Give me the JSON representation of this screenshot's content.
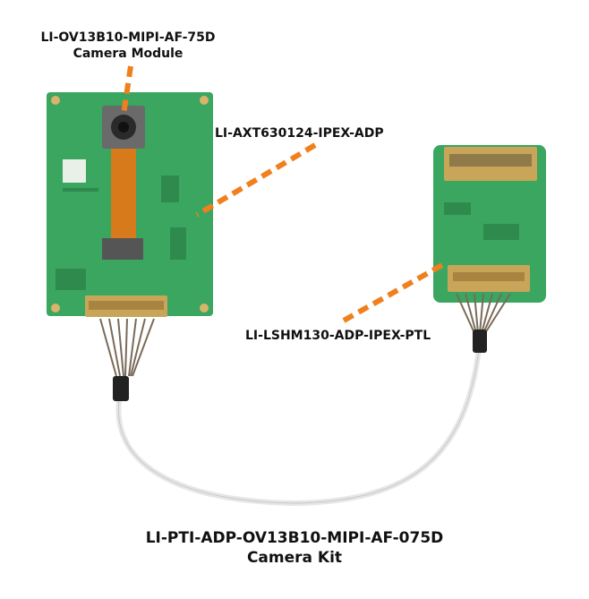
{
  "labels": {
    "camera_module_line1": "LI-OV13B10-MIPI-AF-75D",
    "camera_module_line2": "Camera Module",
    "adapter_board": "LI-AXT630124-IPEX-ADP",
    "ptl_board": "LI-LSHM130-ADP-IPEX-PTL",
    "kit_line1": "LI-PTI-ADP-OV13B10-MIPI-AF-075D",
    "kit_line2": "Camera Kit"
  },
  "colors": {
    "pcb_green": "#3aa660",
    "leader_orange": "#f07f1e",
    "flex_orange": "#d67a1c",
    "connector_gold": "#c9a55a"
  }
}
